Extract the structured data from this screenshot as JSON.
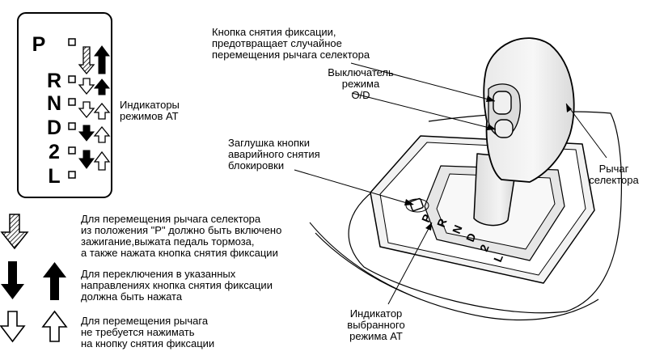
{
  "gear_panel": {
    "positions": [
      "P",
      "R",
      "N",
      "D",
      "2",
      "L"
    ],
    "indicator_label_line1": "Индикаторы",
    "indicator_label_line2": "режимов АТ"
  },
  "legend": [
    {
      "icon": "hatched-down-arrow-icon",
      "lines": [
        "Для перемещения рычага селектора",
        "из положения \"P\" должно быть включено",
        "зажигание,выжата педаль тормоза,",
        "а также нажата кнопка снятия фиксации"
      ]
    },
    {
      "icon": "solid-up-down-arrows-icon",
      "lines": [
        "Для переключения в указанных",
        "направлениях кнопка снятия фиксации",
        "должна быть нажата"
      ]
    },
    {
      "icon": "outline-up-down-arrows-icon",
      "lines": [
        "Для перемещения рычага",
        "не требуется нажимать",
        "на кнопку снятия фиксации"
      ]
    }
  ],
  "callouts": {
    "release_button": [
      "Кнопка снятия фиксации,",
      "предотвращает случайное",
      "перемещения рычага селектора"
    ],
    "od_switch": [
      "Выключатель",
      "режима",
      "O/D"
    ],
    "shift_lock_plug": [
      "Заглушка кнопки",
      "аварийного снятия",
      "блокировки"
    ],
    "selector_lever": [
      "Рычаг",
      "селектора"
    ],
    "selected_mode_indicator": [
      "Индикатор",
      "выбранного",
      "режима АТ"
    ]
  },
  "gate_letters": [
    "P",
    "R",
    "N",
    "D",
    "2",
    "L"
  ]
}
